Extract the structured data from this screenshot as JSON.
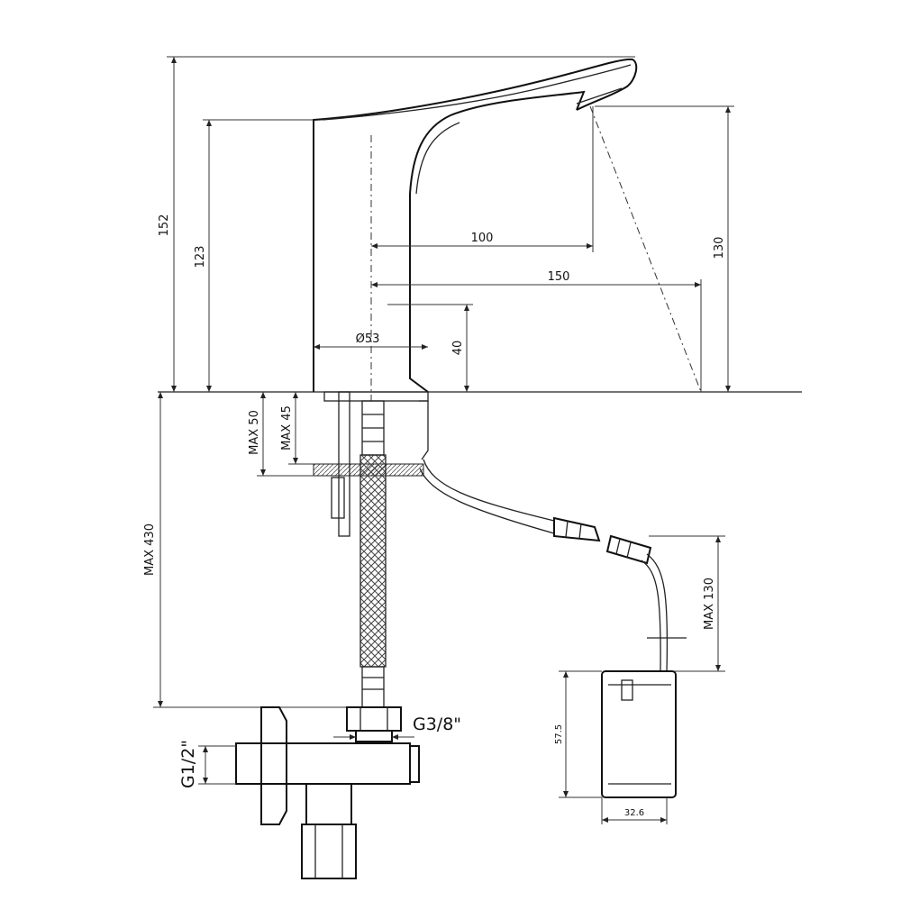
{
  "drawing": {
    "dimensions": {
      "total_height": "152",
      "body_height": "123",
      "spout_reach": "100",
      "sensor_reach": "150",
      "spout_height": "130",
      "base_diameter": "Ø53",
      "inlet_height": "40",
      "max_deck_50": "MAX 50",
      "max_deck_45": "MAX 45",
      "max_hose_length": "MAX 430",
      "max_cable": "MAX 130",
      "hose_thread": "G3/8\"",
      "valve_thread": "G1/2\"",
      "box_height": "57.5",
      "box_width": "32.6"
    }
  }
}
